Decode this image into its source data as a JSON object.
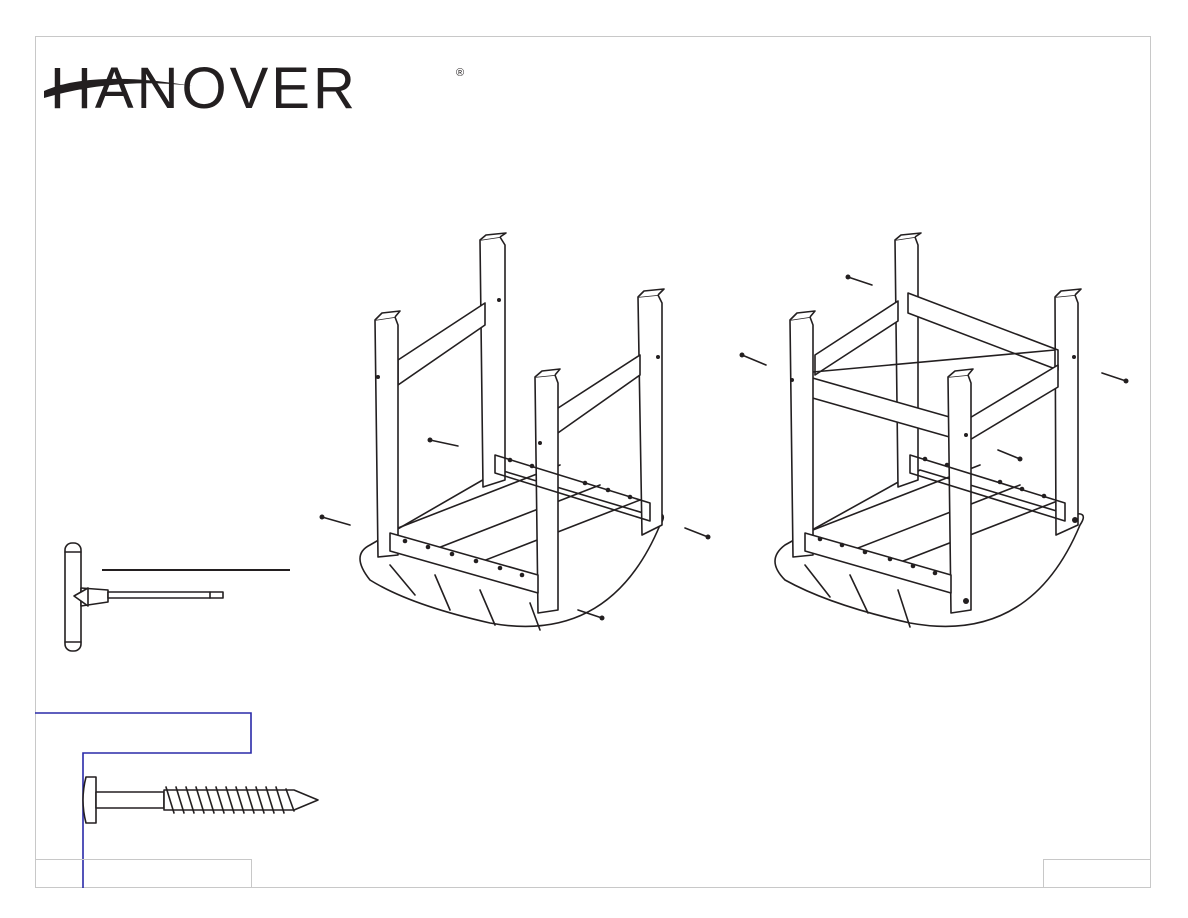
{
  "brand": {
    "wordmark": "HANOVER",
    "registered_mark": "®"
  },
  "colors": {
    "ink": "#231f20",
    "frame": "#c8c8c8",
    "callout_border": "#2a2aa8"
  },
  "figures": {
    "tool": "hex-key",
    "fastener": "lag-screw",
    "step_views": [
      "frame-with-two-leg-pairs",
      "frame-with-crossbars-installed"
    ]
  }
}
